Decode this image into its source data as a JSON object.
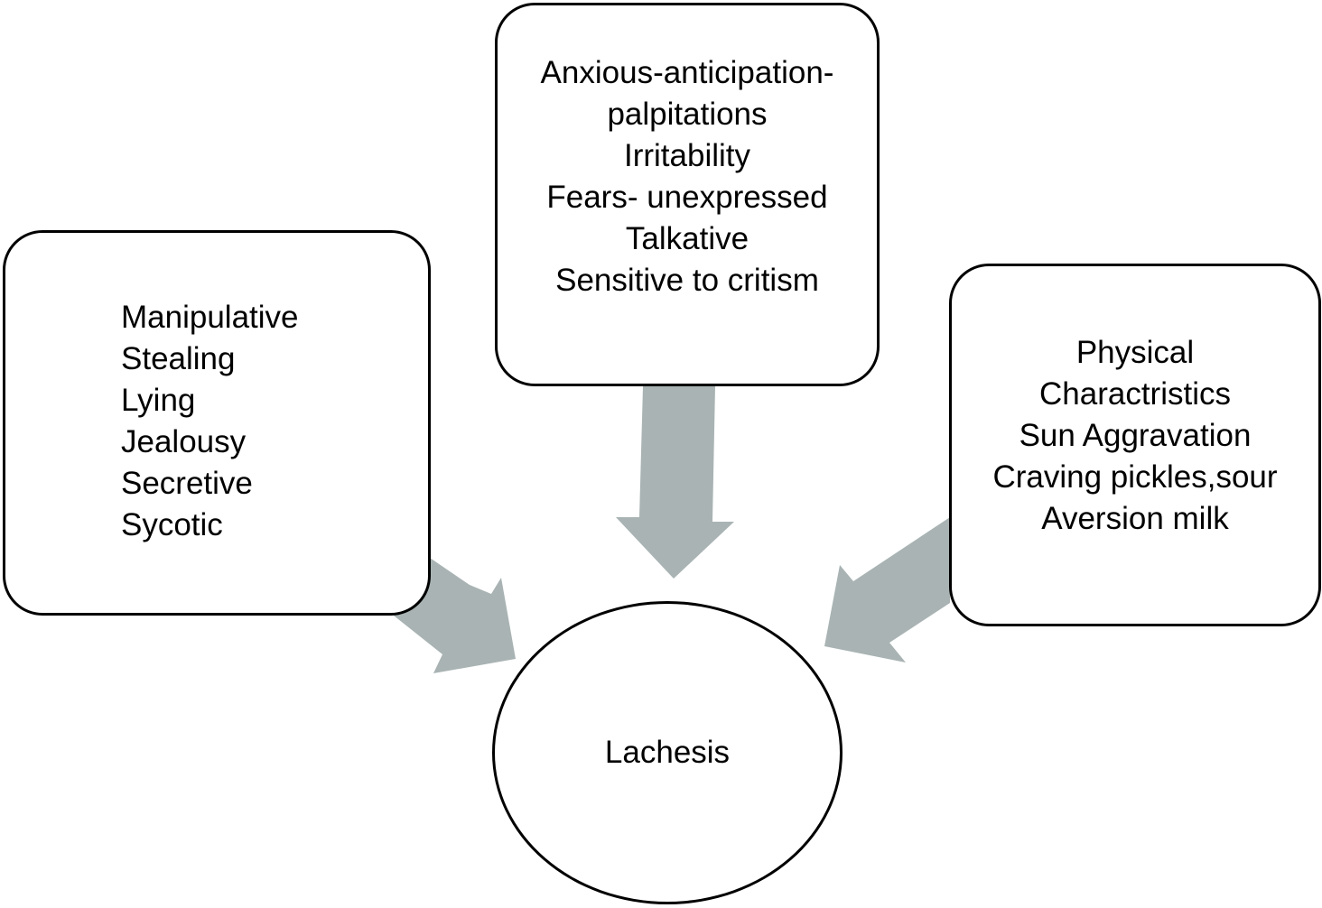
{
  "diagram": {
    "colors": {
      "arrow": "#a9b3b3",
      "outline": "#000000",
      "background": "#ffffff"
    },
    "center": {
      "label": "Lachesis"
    },
    "boxes": {
      "left": {
        "lines": [
          "Manipulative",
          "Stealing",
          "Lying",
          "Jealousy",
          "Secretive",
          "Sycotic"
        ]
      },
      "top": {
        "lines": [
          "Anxious-anticipation-",
          "palpitations",
          "Irritability",
          "Fears- unexpressed",
          "Talkative",
          "Sensitive to critism"
        ]
      },
      "right": {
        "lines": [
          "Physical",
          "Charactristics",
          "Sun Aggravation",
          "Craving pickles,sour",
          "Aversion milk"
        ]
      }
    }
  }
}
